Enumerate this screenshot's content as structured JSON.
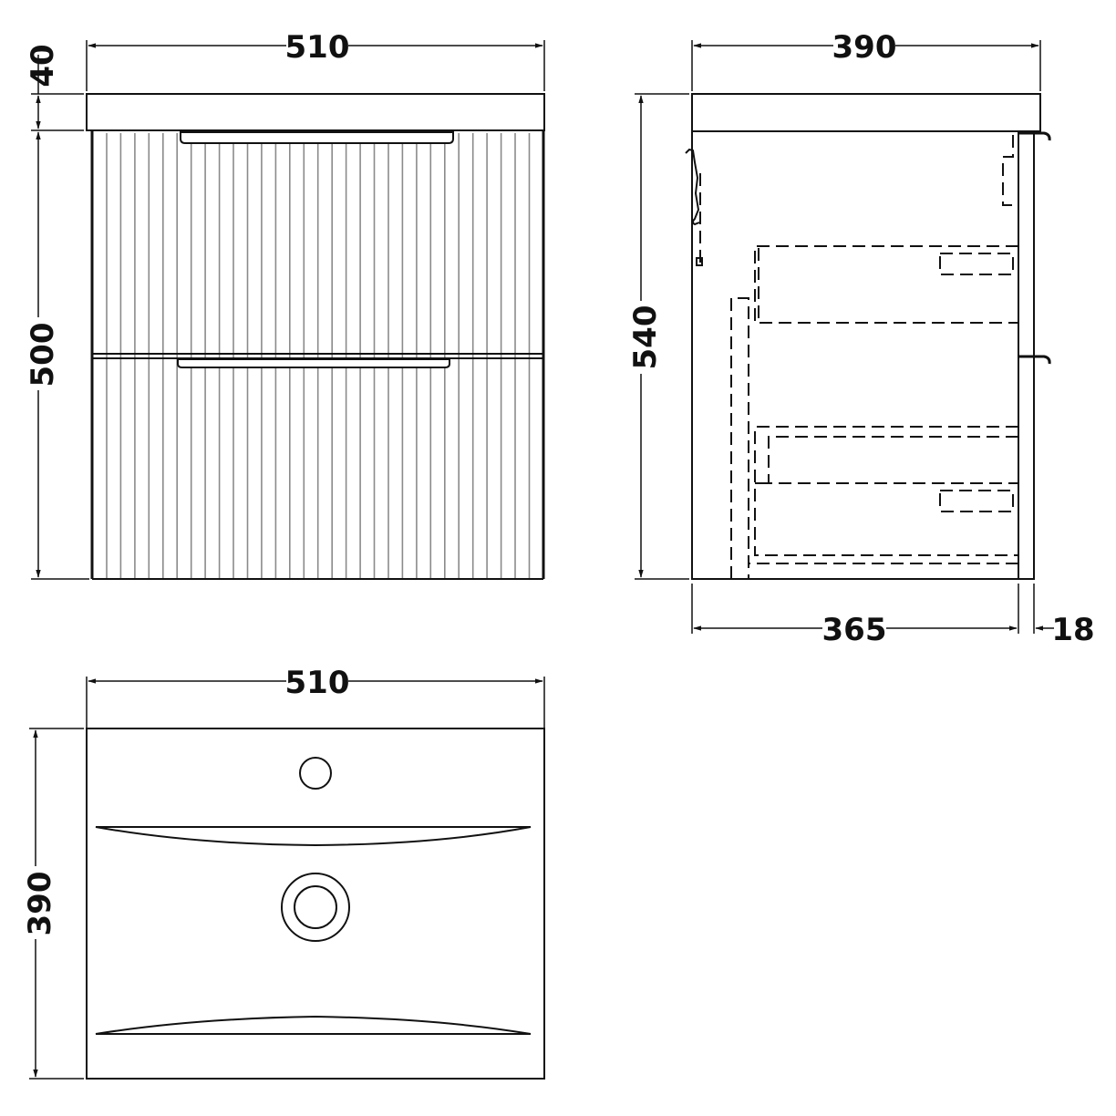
{
  "drawing": {
    "type": "technical-dimension-drawing",
    "subject": "wall-hung fluted 2-drawer vanity unit with basin",
    "units": "mm",
    "colors": {
      "line": "#111111",
      "flute": "#8a8a8a",
      "background": "#ffffff"
    }
  },
  "views": {
    "front": {
      "label": "front-elevation",
      "dimensions": {
        "width": "510",
        "basin_height": "40",
        "cabinet_height": "500"
      },
      "drawers": 2
    },
    "side": {
      "label": "side-elevation",
      "dimensions": {
        "depth": "390",
        "total_height": "540",
        "carcass_depth": "365",
        "door_thickness": "18"
      }
    },
    "plan": {
      "label": "plan-view",
      "dimensions": {
        "width": "510",
        "depth": "390"
      },
      "features": [
        "tap-hole",
        "waste-outlet",
        "bowl-front-curve",
        "bowl-rear-curve"
      ]
    }
  }
}
